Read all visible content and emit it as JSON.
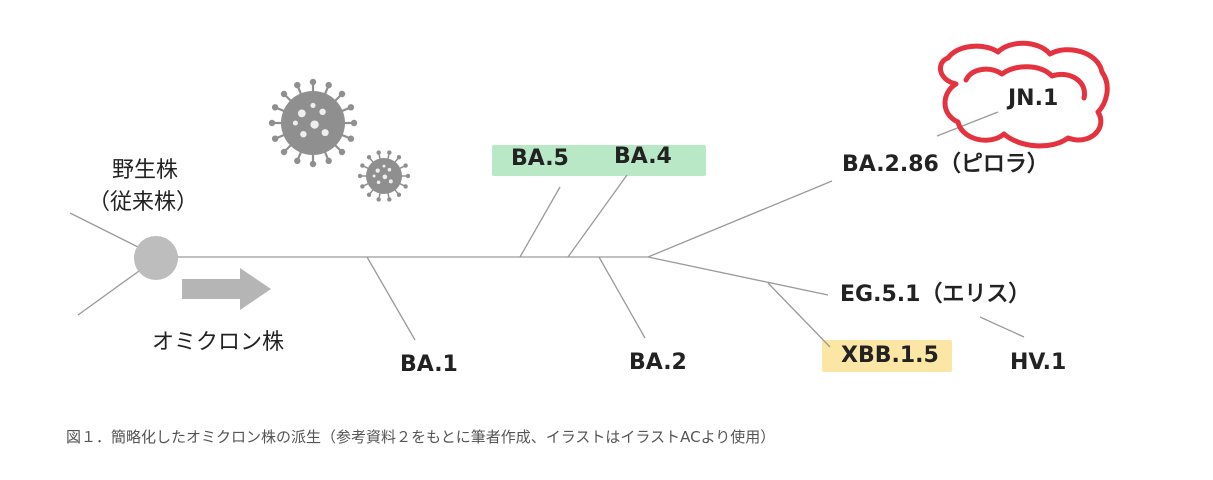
{
  "colors": {
    "line": "#9a9a9a",
    "node": "#bdbdbd",
    "arrow": "#b5b5b5",
    "virus": "#8f8f8f",
    "green_highlight": "#b9e8c6",
    "yellow_highlight": "#fbe6a6",
    "red_scribble": "#e5323f",
    "text": "#222222",
    "caption": "#555555"
  },
  "labels": {
    "wild_type": "野生株",
    "wild_type_alt": "（従来株）",
    "omicron": "オミクロン株",
    "ba1": "BA.1",
    "ba2": "BA.2",
    "ba4": "BA.4",
    "ba5": "BA.5",
    "ba286": "BA.2.86（ピロラ）",
    "jn1": "JN.1",
    "eg51": "EG.5.1（エリス）",
    "xbb15": "XBB.1.5",
    "hv1": "HV.1"
  },
  "caption": "図１．簡略化したオミクロン株の派生（参考資料２をもとに筆者作成、イラストはイラストACより使用）",
  "icons": [
    "coronavirus-icon-large",
    "coronavirus-icon-small",
    "right-arrow-icon"
  ]
}
